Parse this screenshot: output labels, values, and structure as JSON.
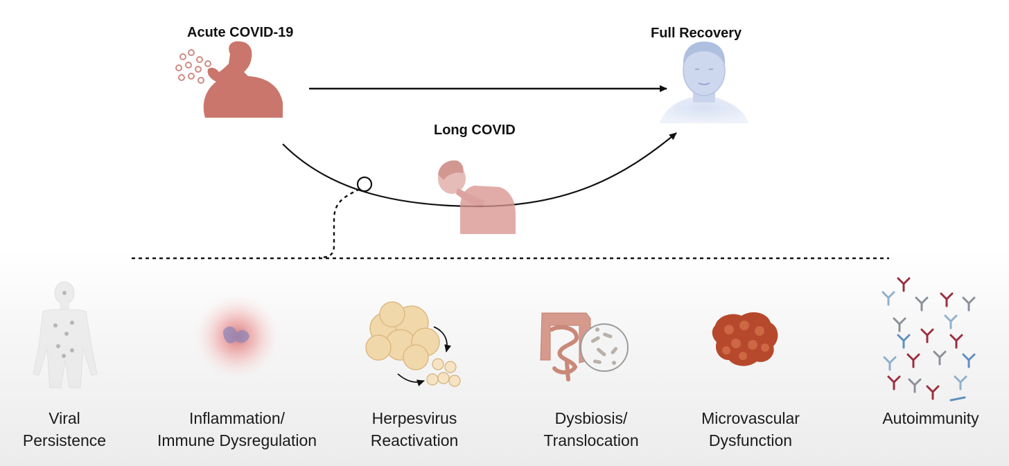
{
  "stages": {
    "acute": "Acute COVID-19",
    "recovery": "Full Recovery",
    "long": "Long COVID"
  },
  "mechanisms": [
    {
      "line1": "Viral",
      "line2": "Persistence"
    },
    {
      "line1": "Inflammation/",
      "line2": "Immune Dysregulation"
    },
    {
      "line1": "Herpesvirus",
      "line2": "Reactivation"
    },
    {
      "line1": "Dysbiosis/",
      "line2": "Translocation"
    },
    {
      "line1": "Microvascular",
      "line2": "Dysfunction"
    },
    {
      "line1": "Autoimmunity",
      "line2": ""
    }
  ],
  "icons": {
    "acute": "coughing-person-icon",
    "recovery": "recovered-person-icon",
    "long": "fatigued-person-icon",
    "m1": "body-virus-icon",
    "m2": "inflamed-tissue-icon",
    "m3": "herpesvirus-cells-icon",
    "m4": "intestine-microbiome-icon",
    "m5": "microvascular-clot-icon",
    "m6": "antibodies-icon"
  },
  "colors": {
    "patient": "#c56a60",
    "recovery": "#9fb4d8",
    "text": "#111111",
    "line": "#111111"
  }
}
